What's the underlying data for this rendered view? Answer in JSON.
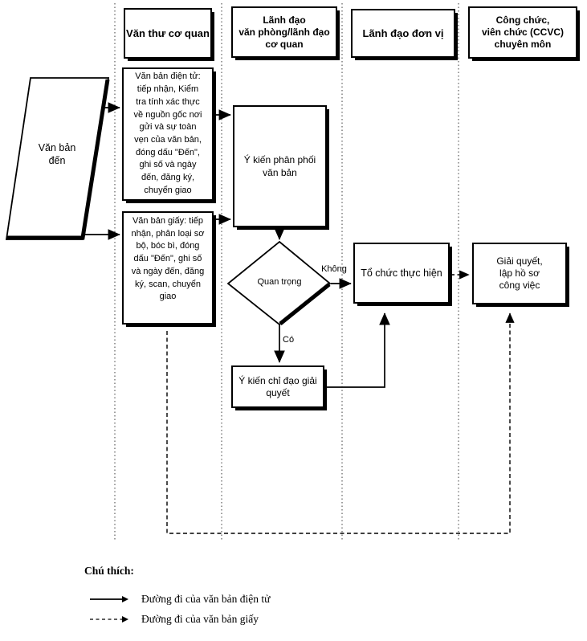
{
  "lanes": [
    {
      "label": "Văn thư cơ quan"
    },
    {
      "label": "Lãnh đạo\nvăn phòng/lãnh đạo\ncơ quan"
    },
    {
      "label": "Lãnh đạo đơn vị"
    },
    {
      "label": "Công chức,\nviên chức (CCVC)\nchuyên môn"
    }
  ],
  "nodes": {
    "incoming_doc": "Văn bản\nđến",
    "electronic_doc": "Văn bản điện tử:\ntiếp nhận, Kiểm\ntra tính xác thực\nvề nguồn gốc nơi\ngửi và sự toàn\nvẹn của văn bản,\nđóng dấu \"Đến\",\nghi số và ngày\nđến, đăng ký,\nchuyển giao",
    "paper_doc": "Văn bản giấy: tiếp\nnhận, phân loại sơ\nbộ, bóc bì, đóng\ndấu \"Đến\", ghi số\nvà ngày đến, đăng\nký, scan, chuyển\ngiao",
    "distribution_opinion": "Ý kiến phân phối\nvăn bản",
    "decision": "Quan trọng",
    "direction_opinion": "Ý kiến chỉ đạo giải\nquyết",
    "organize_execution": "Tổ chức thực hiện",
    "resolve_file": "Giải quyết,\nlập hồ sơ\ncông việc"
  },
  "edge_labels": {
    "not_important": "Không",
    "important": "Có"
  },
  "legend": {
    "title": "Chú thích:",
    "items": [
      {
        "line_style": "solid",
        "label": "Đường đi của văn bản điện tử"
      },
      {
        "line_style": "dashed",
        "label": "Đường đi của văn bản giấy"
      }
    ]
  },
  "colors": {
    "ink": "#000000",
    "background": "#ffffff"
  }
}
